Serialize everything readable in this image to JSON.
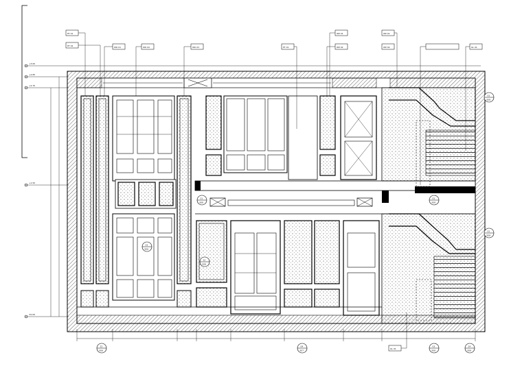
{
  "drawing": {
    "type": "interior wall elevation (CAD)",
    "callout_tags_top": [
      {
        "tag": "PT 01"
      },
      {
        "tag": "PT 02"
      },
      {
        "tag": "WD 01"
      },
      {
        "tag": "WD 02"
      },
      {
        "tag": "WD 03"
      },
      {
        "tag": "PT 01"
      },
      {
        "tag": "WP 01"
      },
      {
        "tag": "WP 02"
      },
      {
        "tag": "WP 01"
      },
      {
        "tag": "WP 02"
      },
      {
        "tag": "GL 01"
      }
    ],
    "callout_tag_bottom": "GL 01",
    "section_bubbles": [
      {
        "num": "01",
        "sheet": "E08"
      },
      {
        "num": "01",
        "sheet": "E08"
      },
      {
        "num": "01",
        "sheet": "E08"
      },
      {
        "num": "21",
        "sheet": "E06"
      },
      {
        "num": "22",
        "sheet": "E06"
      },
      {
        "num": "23",
        "sheet": "E06"
      },
      {
        "num": "22",
        "sheet": "E06"
      },
      {
        "num": "04",
        "sheet": "E07"
      },
      {
        "num": "03",
        "sheet": "E08"
      },
      {
        "num": "24",
        "sheet": "E06"
      }
    ],
    "level_markers": [
      "+3.00",
      "+2.85",
      "+2.70",
      "+1.50",
      "±0.00"
    ]
  }
}
